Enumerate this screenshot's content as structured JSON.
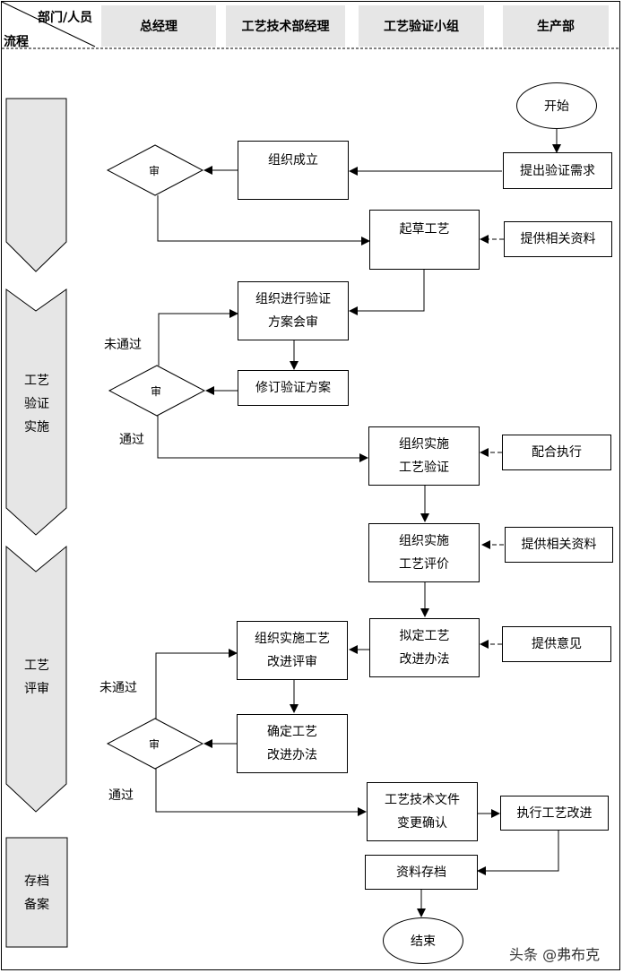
{
  "header": {
    "corner_top": "部门/人员",
    "corner_bottom": "流程",
    "columns": [
      "总经理",
      "工艺技术部经理",
      "工艺验证小组",
      "生产部"
    ]
  },
  "stages": [
    {
      "lines": [
        ""
      ]
    },
    {
      "lines": [
        "",
        "",
        "工艺",
        "验证",
        "实施"
      ]
    },
    {
      "lines": [
        "",
        "",
        "",
        "工艺",
        "评审"
      ]
    },
    {
      "lines": [
        "",
        "存档",
        "备案"
      ]
    }
  ],
  "nodes": {
    "start": "开始",
    "request": "提出验证需求",
    "form_group": "组织成立",
    "review1": "审",
    "draft": "起草工艺",
    "provide1": "提供相关资料",
    "meeting": [
      "组织进行验证",
      "方案会审"
    ],
    "revise": "修订验证方案",
    "review2": "审",
    "fail1": "未通过",
    "pass1": "通过",
    "implement": [
      "组织实施",
      "工艺验证"
    ],
    "cooperate": "配合执行",
    "evaluate": [
      "组织实施",
      "工艺评价"
    ],
    "provide2": "提供相关资料",
    "plan_improve": [
      "拟定工艺",
      "改进办法"
    ],
    "opinion": "提供意见",
    "improve_review": [
      "组织实施工艺",
      "改进评审"
    ],
    "confirm_improve": [
      "确定工艺",
      "改进办法"
    ],
    "review3": "审",
    "fail2": "未通过",
    "pass2": "通过",
    "doc_change": [
      "工艺技术文件",
      "变更确认"
    ],
    "execute": "执行工艺改进",
    "archive": "资料存档",
    "end": "结束"
  },
  "watermark": "头条 @弗布克"
}
